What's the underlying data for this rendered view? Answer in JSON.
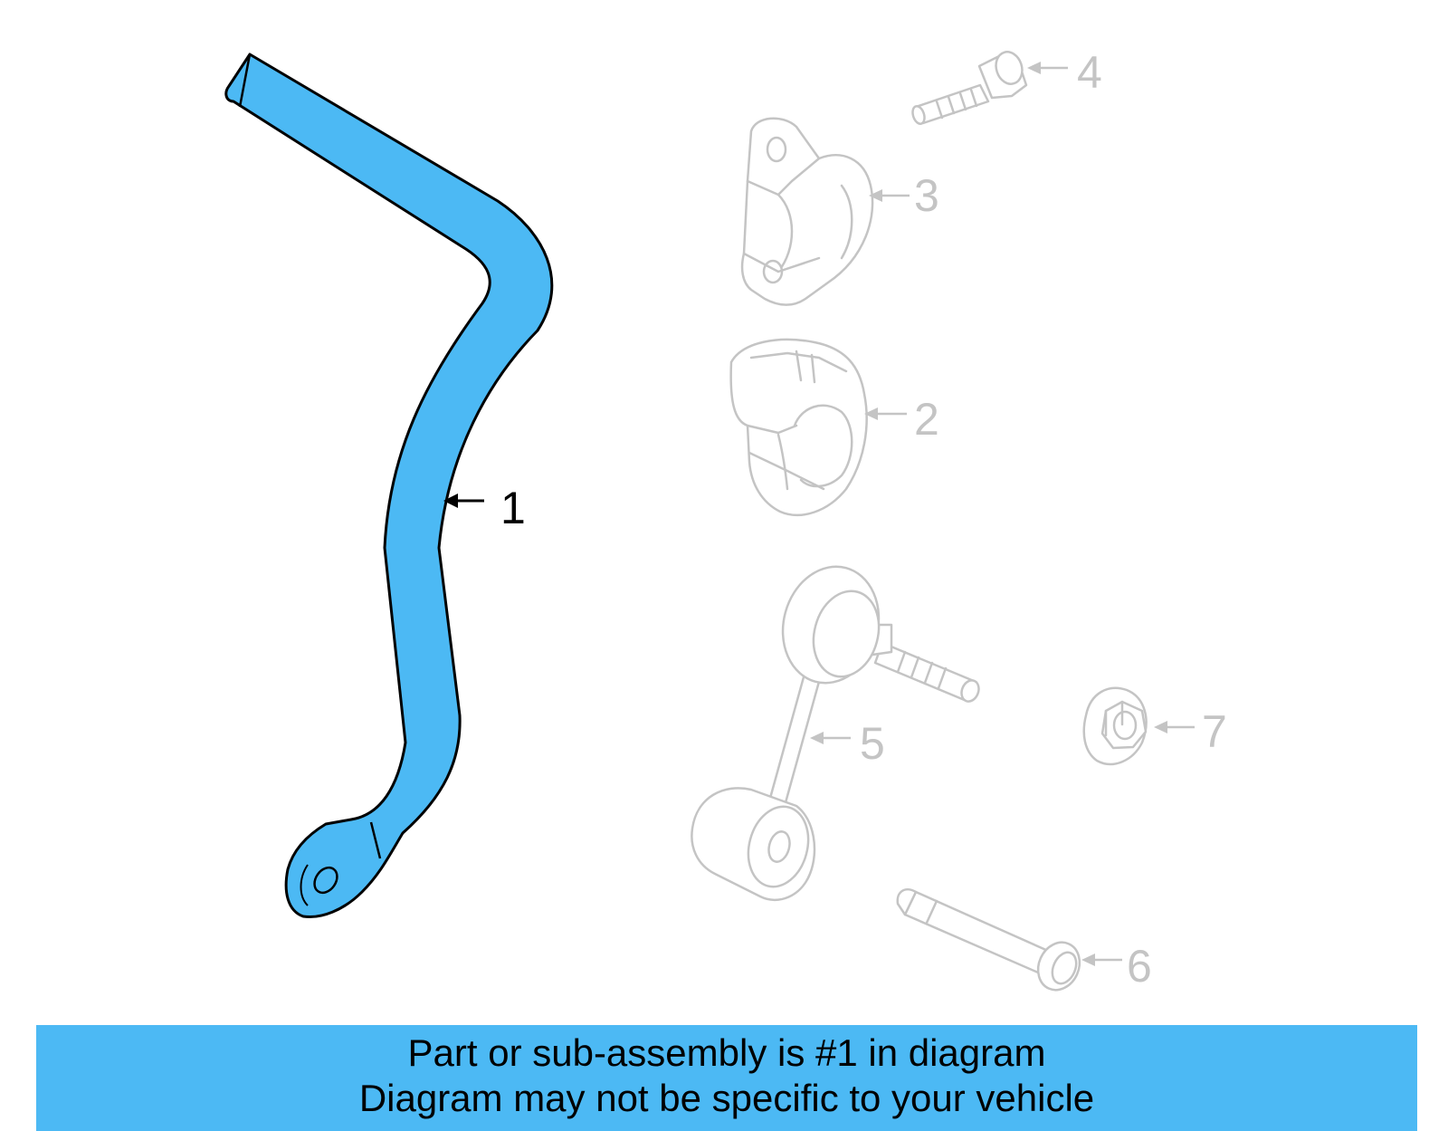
{
  "colors": {
    "highlight": "#4cb9f4",
    "ghost": "#c4c4c4",
    "outline": "#000000"
  },
  "diagram": {
    "highlighted_part": "1",
    "callouts": [
      {
        "id": "1",
        "label": "1",
        "part": "stabilizer bar"
      },
      {
        "id": "2",
        "label": "2",
        "part": "bushing"
      },
      {
        "id": "3",
        "label": "3",
        "part": "bracket"
      },
      {
        "id": "4",
        "label": "4",
        "part": "bolt"
      },
      {
        "id": "5",
        "label": "5",
        "part": "stabilizer link"
      },
      {
        "id": "6",
        "label": "6",
        "part": "bolt"
      },
      {
        "id": "7",
        "label": "7",
        "part": "nut"
      }
    ]
  },
  "banner": {
    "line1": "Part or sub-assembly is #1 in diagram",
    "line2": "Diagram may not be specific to your vehicle"
  }
}
